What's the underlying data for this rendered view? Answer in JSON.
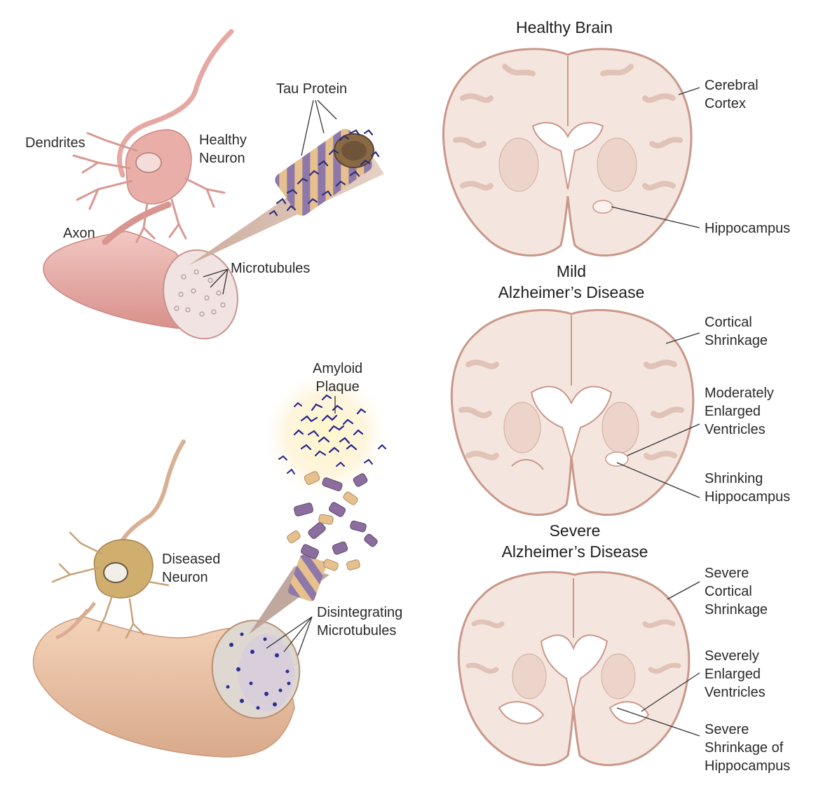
{
  "labels": {
    "dendrites": "Dendrites",
    "healthy_neuron": [
      "Healthy",
      "Neuron"
    ],
    "axon": "Axon",
    "tau_protein": "Tau Protein",
    "microtubules": "Microtubules",
    "amyloid_plaque": [
      "Amyloid",
      "Plaque"
    ],
    "diseased_neuron": [
      "Diseased",
      "Neuron"
    ],
    "disintegrating_microtubules": [
      "Disintegrating",
      "Microtubules"
    ]
  },
  "brains": {
    "healthy": {
      "title": [
        "Healthy Brain"
      ],
      "labels": [
        [
          "Cerebral",
          "Cortex"
        ],
        [
          "Hippocampus"
        ]
      ]
    },
    "mild": {
      "title": [
        "Mild",
        "Alzheimer’s Disease"
      ],
      "labels": [
        [
          "Cortical",
          "Shrinkage"
        ],
        [
          "Moderately",
          "Enlarged",
          "Ventricles"
        ],
        [
          "Shrinking",
          "Hippocampus"
        ]
      ]
    },
    "severe": {
      "title": [
        "Severe",
        "Alzheimer’s Disease"
      ],
      "labels": [
        [
          "Severe",
          "Cortical",
          "Shrinkage"
        ],
        [
          "Severely",
          "Enlarged",
          "Ventricles"
        ],
        [
          "Severe",
          "Shrinkage of",
          "Hippocampus"
        ]
      ]
    }
  },
  "colors": {
    "neuron_healthy": "#e7a7a3",
    "neuron_diseased": "#ddb893",
    "brain_tissue": "#f4e6df",
    "brain_outline": "#c9988a",
    "tau": "#2f2f7a",
    "plaque": "#23238c"
  }
}
